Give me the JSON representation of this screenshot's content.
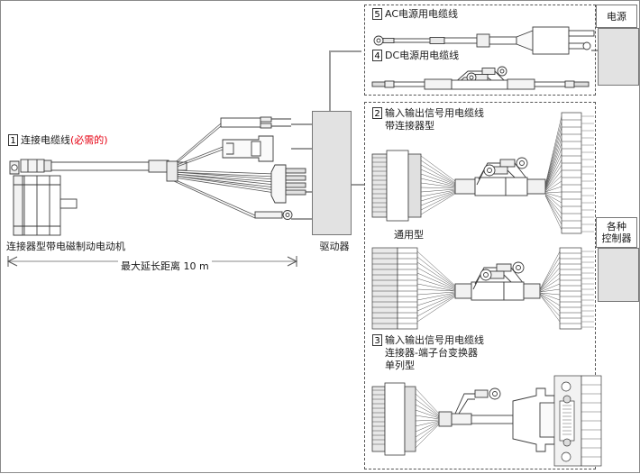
{
  "diagram": {
    "title_hidden": "",
    "left_section": {
      "item1": {
        "number": "1",
        "label": "连接电缆线",
        "label_required": "(必需的)",
        "required_color": "#e60012"
      },
      "motor_caption": "连接器型带电磁制动电动机",
      "dimension_label": "最大延长距离 10 m",
      "driver_label": "驱动器"
    },
    "right_section": {
      "power_box": {
        "item5": {
          "number": "5",
          "label": "AC电源用电缆线"
        },
        "item4": {
          "number": "4",
          "label": "DC电源用电缆线"
        }
      },
      "io_box": {
        "item2": {
          "number": "2",
          "label_line1": "输入输出信号用电缆线",
          "label_line2": "带连接器型"
        },
        "generic_label": "通用型",
        "item3": {
          "number": "3",
          "label_line1": "输入输出信号用电缆线",
          "label_line2": "连接器-端子台变换器",
          "label_line3": "单列型"
        }
      },
      "power_supply_label": "电源",
      "controller_label_line1": "各种",
      "controller_label_line2": "控制器"
    },
    "colors": {
      "line": "#9a9a9a",
      "grey_fill": "#e2e2e2",
      "stroke": "#555555",
      "text": "#1a1a1a"
    }
  }
}
